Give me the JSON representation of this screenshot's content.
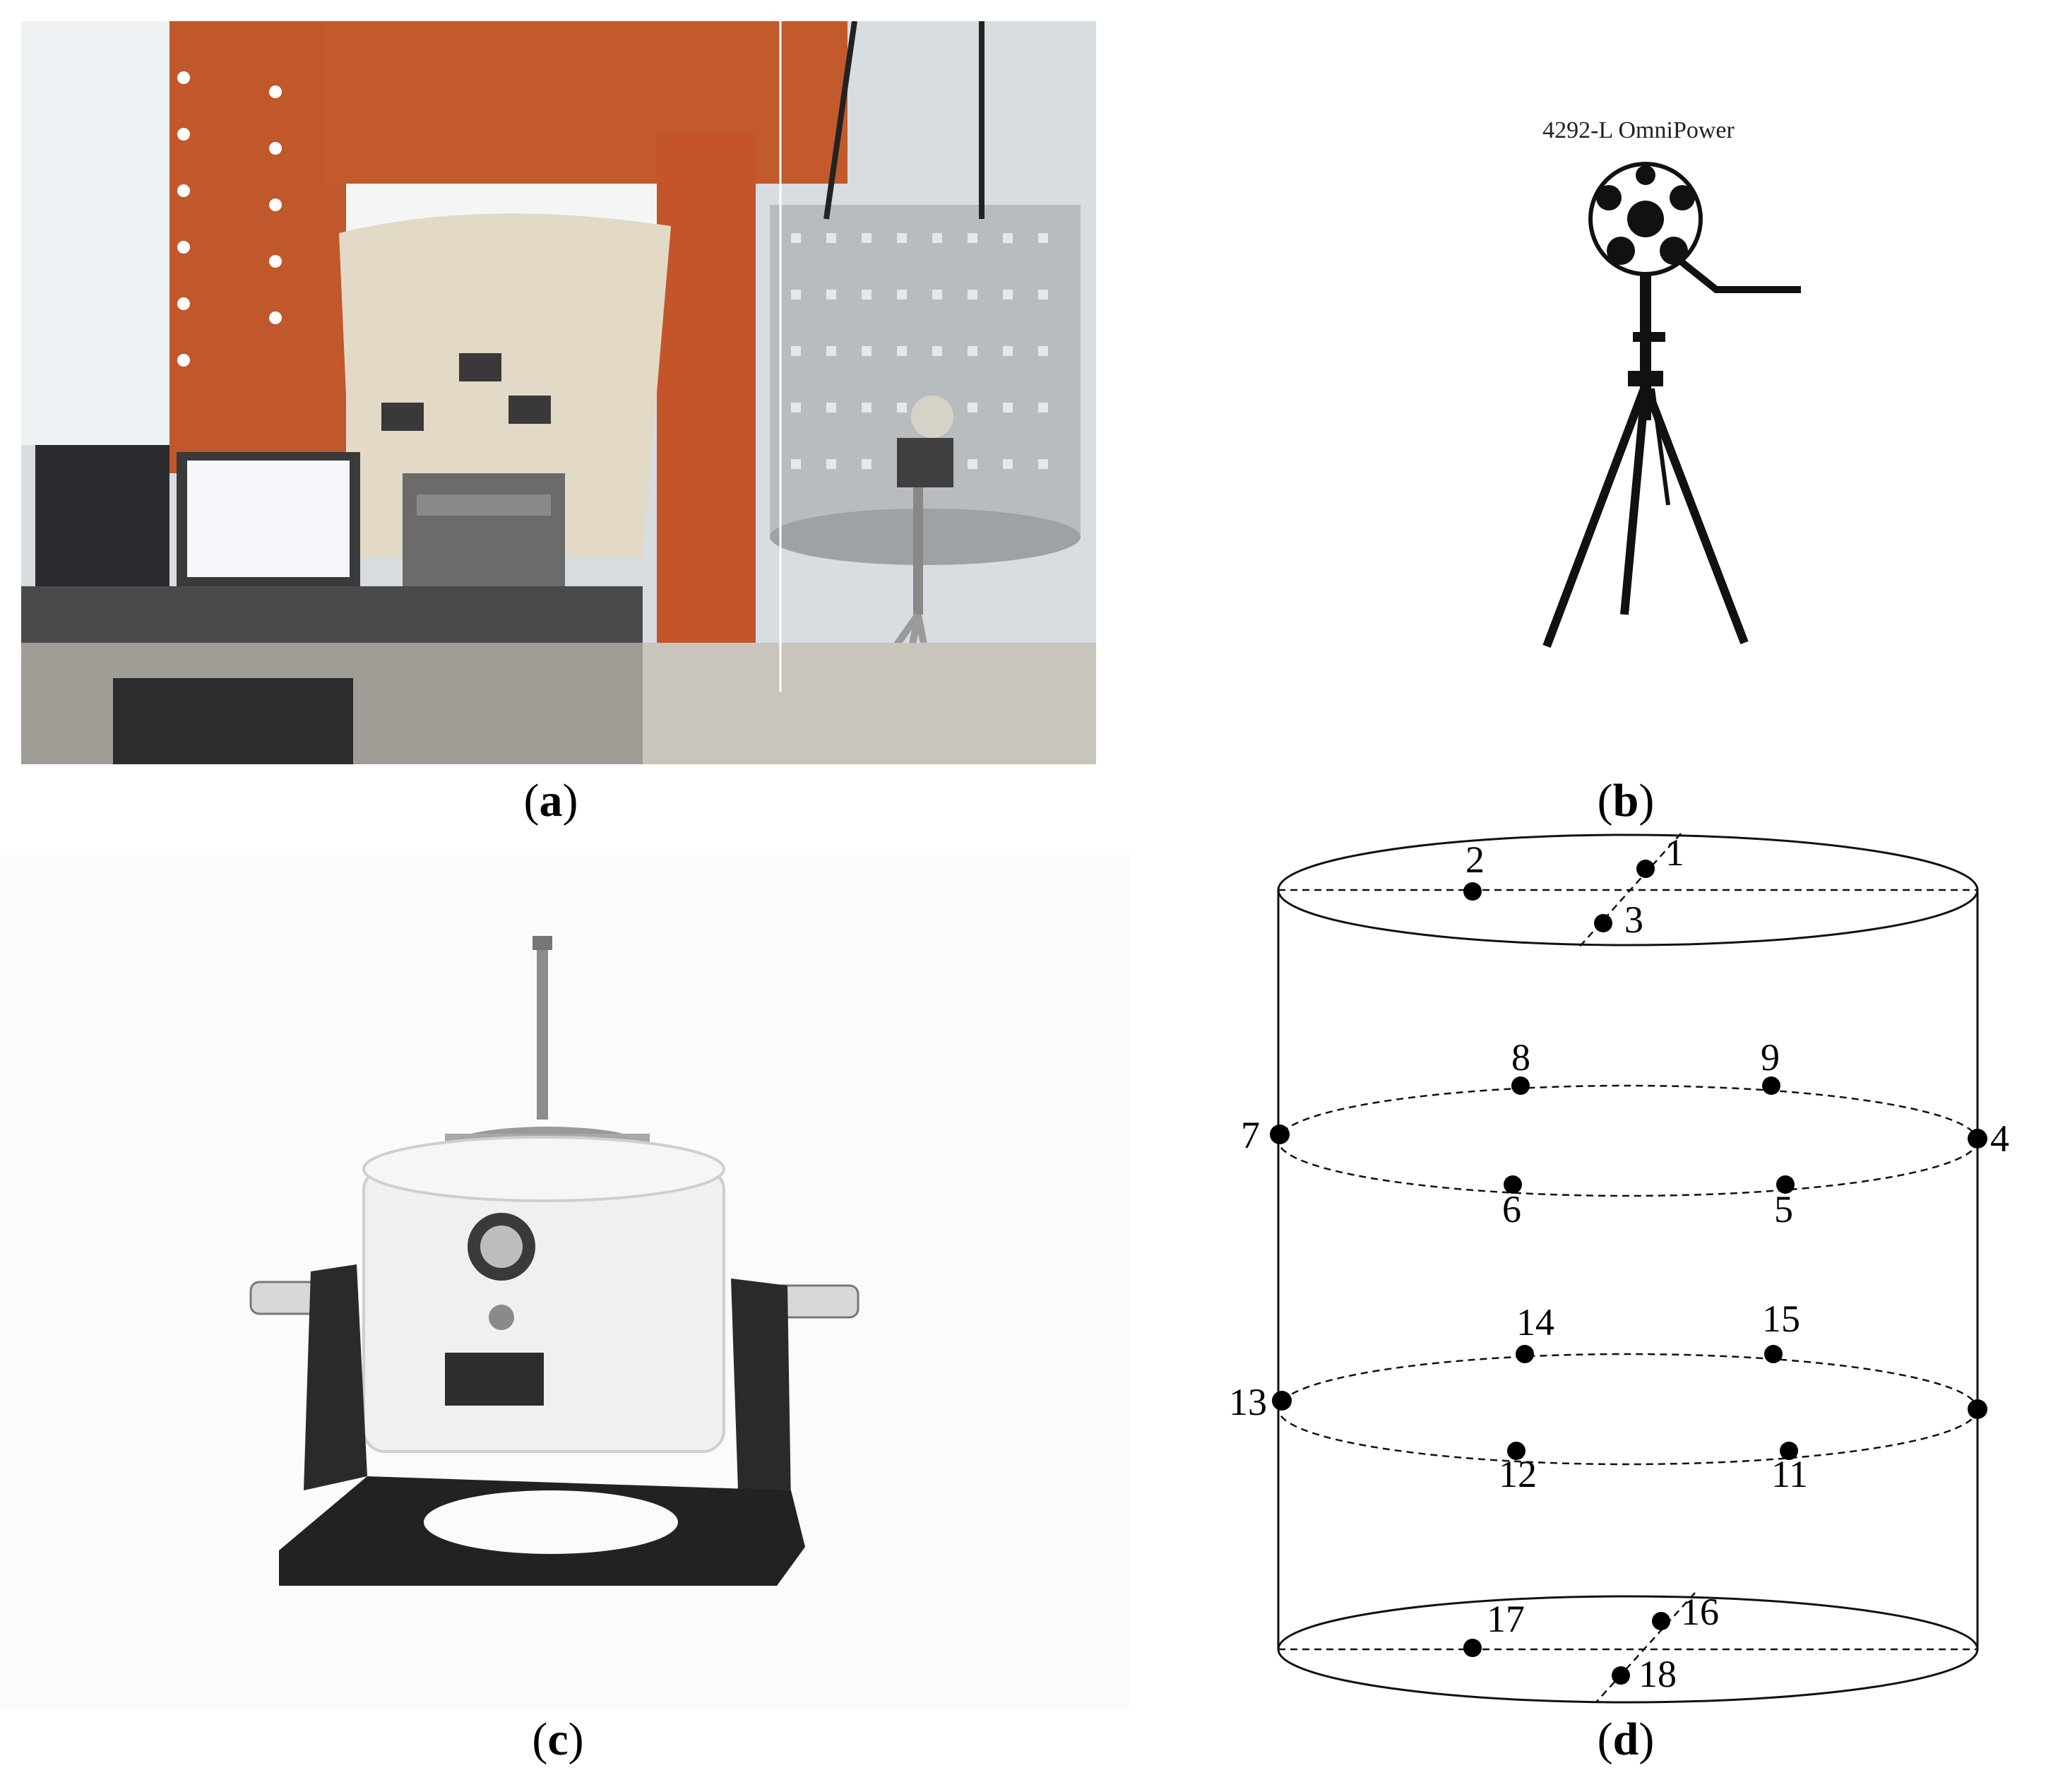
{
  "figure": {
    "panels": [
      {
        "id": "a",
        "caption_paren_open": "(",
        "caption_letter": "a",
        "caption_paren_close": ")"
      },
      {
        "id": "b",
        "caption_paren_open": "(",
        "caption_letter": "b",
        "caption_paren_close": ")",
        "device_label": "4292-L OmniPower"
      },
      {
        "id": "c",
        "caption_paren_open": "(",
        "caption_letter": "c",
        "caption_paren_close": ")"
      },
      {
        "id": "d",
        "caption_paren_open": "(",
        "caption_letter": "d",
        "caption_paren_close": ")"
      }
    ],
    "measurement_points": {
      "p1": "1",
      "p2": "2",
      "p3": "3",
      "p4": "4",
      "p5": "5",
      "p6": "6",
      "p7": "7",
      "p8": "8",
      "p9": "9",
      "p11": "11",
      "p12": "12",
      "p13": "13",
      "p14": "14",
      "p15": "15",
      "p16": "16",
      "p17": "17",
      "p18": "18"
    }
  }
}
